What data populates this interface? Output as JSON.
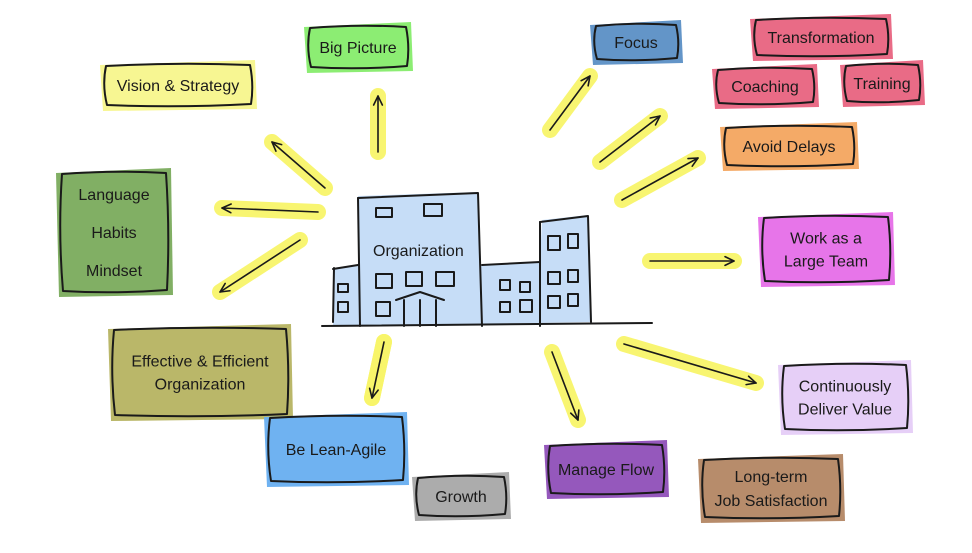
{
  "center": {
    "label": "Organization"
  },
  "nodes": [
    {
      "id": "big-picture",
      "lines": [
        "Big Picture"
      ],
      "color": "#86ec6c"
    },
    {
      "id": "vision-strategy",
      "lines": [
        "Vision & Strategy"
      ],
      "color": "#f7f58c"
    },
    {
      "id": "language-habits-mindset",
      "lines": [
        "Language",
        "Habits",
        "Mindset"
      ],
      "color": "#7aab5c"
    },
    {
      "id": "effective-efficient",
      "lines": [
        "Effective & Efficient",
        "Organization"
      ],
      "color": "#b6b361"
    },
    {
      "id": "be-lean-agile",
      "lines": [
        "Be Lean-Agile"
      ],
      "color": "#67aef0"
    },
    {
      "id": "growth",
      "lines": [
        "Growth"
      ],
      "color": "#a8a8a8"
    },
    {
      "id": "focus",
      "lines": [
        "Focus"
      ],
      "color": "#5b8fc5"
    },
    {
      "id": "transformation",
      "lines": [
        "Transformation"
      ],
      "color": "#e8637f"
    },
    {
      "id": "coaching",
      "lines": [
        "Coaching"
      ],
      "color": "#e8637f"
    },
    {
      "id": "training",
      "lines": [
        "Training"
      ],
      "color": "#e8637f"
    },
    {
      "id": "avoid-delays",
      "lines": [
        "Avoid Delays"
      ],
      "color": "#f3a55f"
    },
    {
      "id": "large-team",
      "lines": [
        "Work as a",
        "Large Team"
      ],
      "color": "#e66ee8"
    },
    {
      "id": "continuously-deliver",
      "lines": [
        "Continuously",
        "Deliver Value"
      ],
      "color": "#e5ccf7"
    },
    {
      "id": "manage-flow",
      "lines": [
        "Manage Flow"
      ],
      "color": "#8f4fb8"
    },
    {
      "id": "job-satisfaction",
      "lines": [
        "Long-term",
        "Job Satisfaction"
      ],
      "color": "#b38663"
    }
  ],
  "colors": {
    "arrow_highlight": "#f8f56a",
    "building": "#c6ddf7",
    "ink": "#1a1a1a"
  }
}
